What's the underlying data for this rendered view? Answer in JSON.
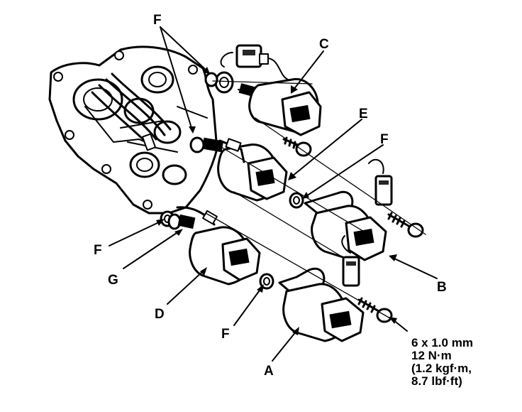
{
  "labels": {
    "A": "A",
    "B": "B",
    "C": "C",
    "D": "D",
    "E": "E",
    "F": "F",
    "G": "G"
  },
  "torque_spec": {
    "size": "6 x 1.0 mm",
    "torque_nm": "12 N·m",
    "torque_kgfm": "(1.2 kgf·m,",
    "torque_lbfft": "8.7 lbf·ft)"
  }
}
